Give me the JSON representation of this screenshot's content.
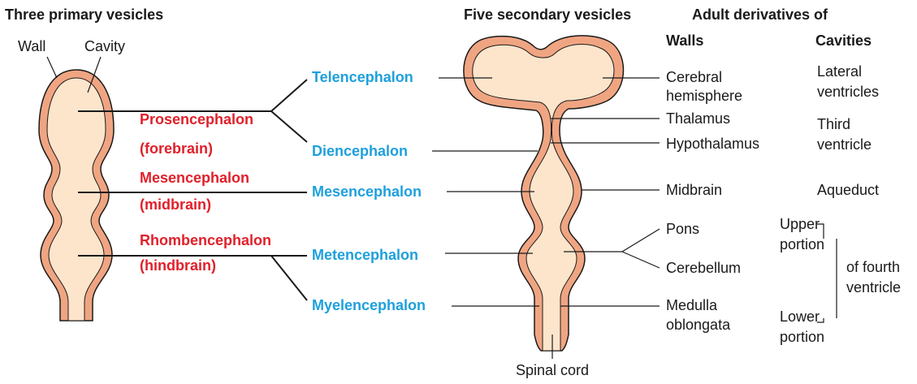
{
  "headers": {
    "primary": "Three primary vesicles",
    "secondary": "Five secondary vesicles",
    "adult": "Adult derivatives of",
    "walls": "Walls",
    "cavities": "Cavities"
  },
  "anatomy_labels": {
    "wall": "Wall",
    "cavity": "Cavity",
    "spinal_cord": "Spinal cord"
  },
  "primary_vesicles": [
    {
      "name": "Prosencephalon",
      "common": "(forebrain)"
    },
    {
      "name": "Mesencephalon",
      "common": "(midbrain)"
    },
    {
      "name": "Rhombencephalon",
      "common": "(hindbrain)"
    }
  ],
  "secondary_vesicles": [
    "Telencephalon",
    "Diencephalon",
    "Mesencephalon",
    "Metencephalon",
    "Myelencephalon"
  ],
  "wall_derivatives": {
    "cerebral_1": "Cerebral",
    "cerebral_2": "hemisphere",
    "thalamus": "Thalamus",
    "hypothalamus": "Hypothalamus",
    "midbrain": "Midbrain",
    "pons": "Pons",
    "cerebellum": "Cerebellum",
    "medulla_1": "Medulla",
    "medulla_2": "oblongata"
  },
  "cavity_derivatives": {
    "lateral_1": "Lateral",
    "lateral_2": "ventricles",
    "third_1": "Third",
    "third_2": "ventricle",
    "aqueduct": "Aqueduct",
    "upper_1": "Upper",
    "upper_2": "portion",
    "lower_1": "Lower",
    "lower_2": "portion",
    "fourth_1": "of fourth",
    "fourth_2": "ventricle"
  },
  "colors": {
    "wall": "#f0a582",
    "cavity": "#fde5cc",
    "outline": "#1a1a1a",
    "primary_label": "#e0202a",
    "secondary_label": "#1ea0dc"
  }
}
